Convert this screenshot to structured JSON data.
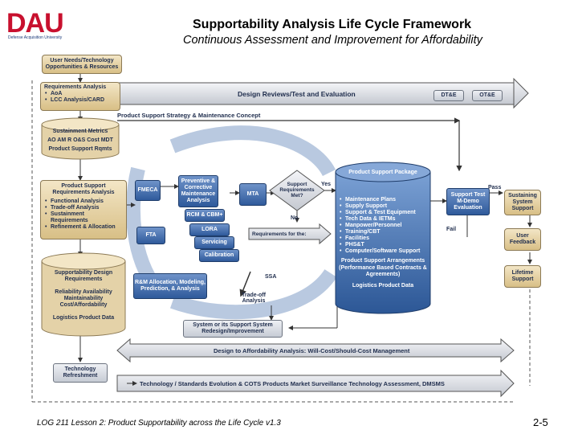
{
  "header": {
    "title": "Supportability Analysis Life Cycle Framework",
    "subtitle": "Continuous Assessment and Improvement for Affordability"
  },
  "logo": {
    "text": "DAU",
    "subtext": "Defense Acquisition University"
  },
  "left_column": {
    "needs": "User Needs/Technology Opportunities & Resources",
    "req_title": "Requirements Analysis",
    "req_items": [
      "AoA",
      "LCC Analysis/CARD"
    ],
    "metrics_title": "Sustainment Metrics",
    "metrics_line": "AO  AM  R  O&S Cost  MDT",
    "metrics_sub": "Product Support Rqmts",
    "psra_title": "Product Support Requirements Analysis",
    "psra_items": [
      "Functional Analysis",
      "Trade-off Analysis",
      "Sustainment Requirements",
      "Refinement & Allocation"
    ],
    "design_req": "Supportability Design Requirements",
    "ram": "Reliability Availability Maintainability Cost/Affordability",
    "lpd": "Logistics Product Data",
    "tech_refresh": "Technology Refreshment"
  },
  "bars": {
    "design_reviews": "Design Reviews/Test and Evaluation",
    "dte": "DT&E",
    "ote": "OT&E",
    "ps_strategy": "Product Support Strategy & Maintenance Concept",
    "dta": "Design to Affordability Analysis: Will-Cost/Should-Cost Management",
    "tech_standards": "Technology / Standards Evolution & COTS Products Market Surveillance Technology Assessment, DMSMS"
  },
  "center": {
    "fmeca": "FMECA",
    "pcm": "Preventive & Corrective Maintenance Analysis",
    "rcm": "RCM & CBM+",
    "lora": "LORA",
    "servicing": "Servicing",
    "calibration": "Calibration",
    "mta": "MTA",
    "fta": "FTA",
    "rm": "R&M Allocation, Modeling, Prediction, & Analysis",
    "ssa": "SSA",
    "tradeoff": "Trade-off Analysis",
    "redesign": "System or its Support System Redesign/Improvement",
    "decision": "Support Requirements Met?",
    "yes": "Yes",
    "no": "No",
    "reqs_for": "Requirements for the:"
  },
  "package": {
    "title": "Product Support Package",
    "items": [
      "Maintenance Plans",
      "Supply Support",
      "Support & Test Equipment",
      "Tech Data & IETMs",
      "Manpower/Personnel",
      "Training/CBT",
      "Facilities",
      "PHS&T",
      "Computer/Software Support"
    ],
    "arrangements": "Product Support Arrangements (Performance Based Contracts & Agreements)",
    "lpd": "Logistics Product Data"
  },
  "right": {
    "support_test": "Support Test M-Demo Evaluation",
    "pass": "Pass",
    "fail": "Fail",
    "sustaining": "Sustaining System Support",
    "feedback": "User Feedback",
    "lifetime": "Lifetime Support"
  },
  "footer": {
    "course": "LOG 211 Lesson 2: Product Supportability across the Life Cycle",
    "version": "v1.3",
    "page": "2-5"
  }
}
